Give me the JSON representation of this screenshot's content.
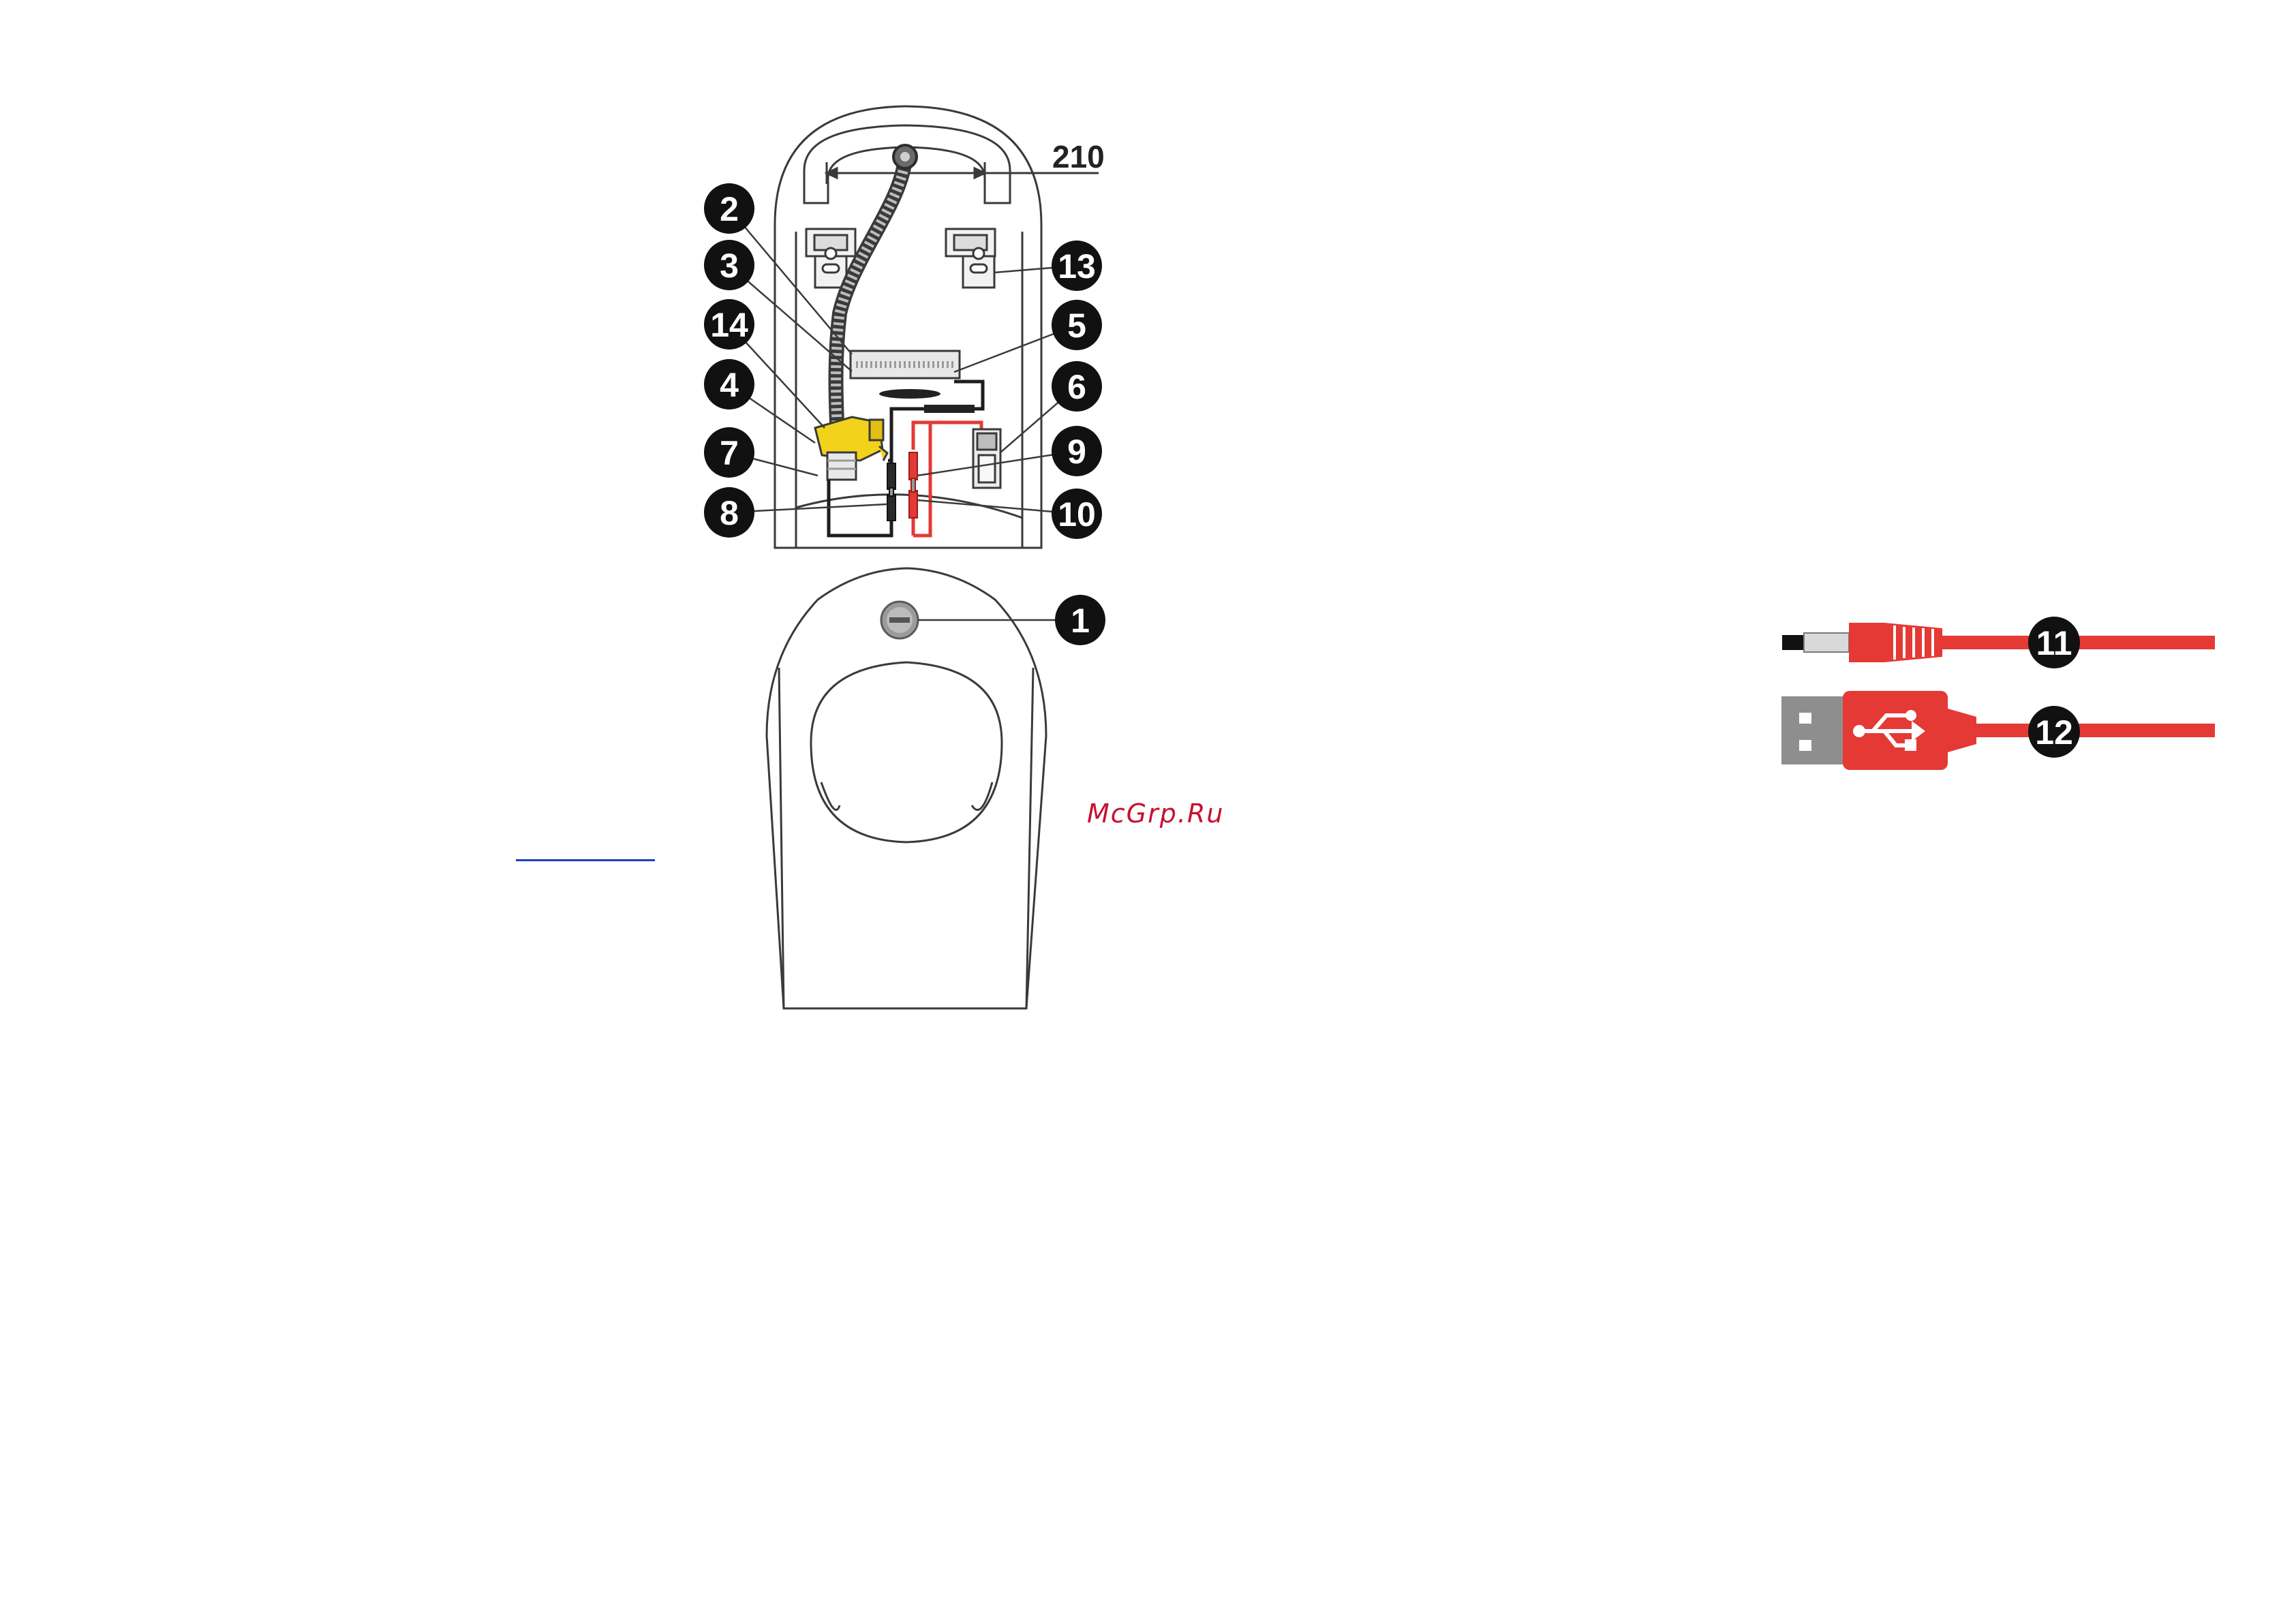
{
  "diagram": {
    "dimension_label": "210",
    "callouts": [
      {
        "id": "1",
        "label": "1"
      },
      {
        "id": "2",
        "label": "2"
      },
      {
        "id": "3",
        "label": "3"
      },
      {
        "id": "4",
        "label": "4"
      },
      {
        "id": "5",
        "label": "5"
      },
      {
        "id": "6",
        "label": "6"
      },
      {
        "id": "7",
        "label": "7"
      },
      {
        "id": "8",
        "label": "8"
      },
      {
        "id": "9",
        "label": "9"
      },
      {
        "id": "10",
        "label": "10"
      },
      {
        "id": "11",
        "label": "11"
      },
      {
        "id": "12",
        "label": "12"
      },
      {
        "id": "13",
        "label": "13"
      },
      {
        "id": "14",
        "label": "14"
      }
    ],
    "colors": {
      "outline": "#3a3a3a",
      "cable_red": "#e53935",
      "valve_yellow": "#f2d21b",
      "callout_fill": "#111111",
      "connector_gray": "#8e8e8e"
    }
  },
  "watermark": {
    "text": "McGrp.Ru"
  }
}
